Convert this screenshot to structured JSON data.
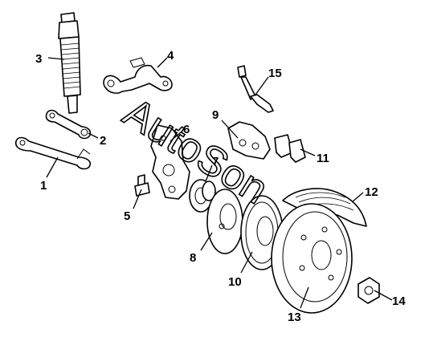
{
  "watermark": "AutoSon",
  "callouts": [
    {
      "id": "1",
      "label": "1"
    },
    {
      "id": "2",
      "label": "2"
    },
    {
      "id": "3",
      "label": "3"
    },
    {
      "id": "4",
      "label": "4"
    },
    {
      "id": "5",
      "label": "5"
    },
    {
      "id": "6",
      "label": "6"
    },
    {
      "id": "7",
      "label": "7"
    },
    {
      "id": "8",
      "label": "8"
    },
    {
      "id": "9",
      "label": "9"
    },
    {
      "id": "10",
      "label": "10"
    },
    {
      "id": "11",
      "label": "11"
    },
    {
      "id": "12",
      "label": "12"
    },
    {
      "id": "13",
      "label": "13"
    },
    {
      "id": "14",
      "label": "14"
    },
    {
      "id": "15",
      "label": "15"
    }
  ],
  "icons": {
    "shock-absorber": "shock-absorber-icon",
    "control-arm": "control-arm-icon",
    "brake-hose": "brake-hose-icon",
    "knuckle": "steering-knuckle-icon",
    "caliper": "brake-caliper-icon",
    "pads": "brake-pads-icon",
    "hub": "wheel-hub-icon",
    "disc": "brake-disc-icon",
    "wheel": "wheel-rim-icon",
    "cap": "hub-cap-icon"
  }
}
